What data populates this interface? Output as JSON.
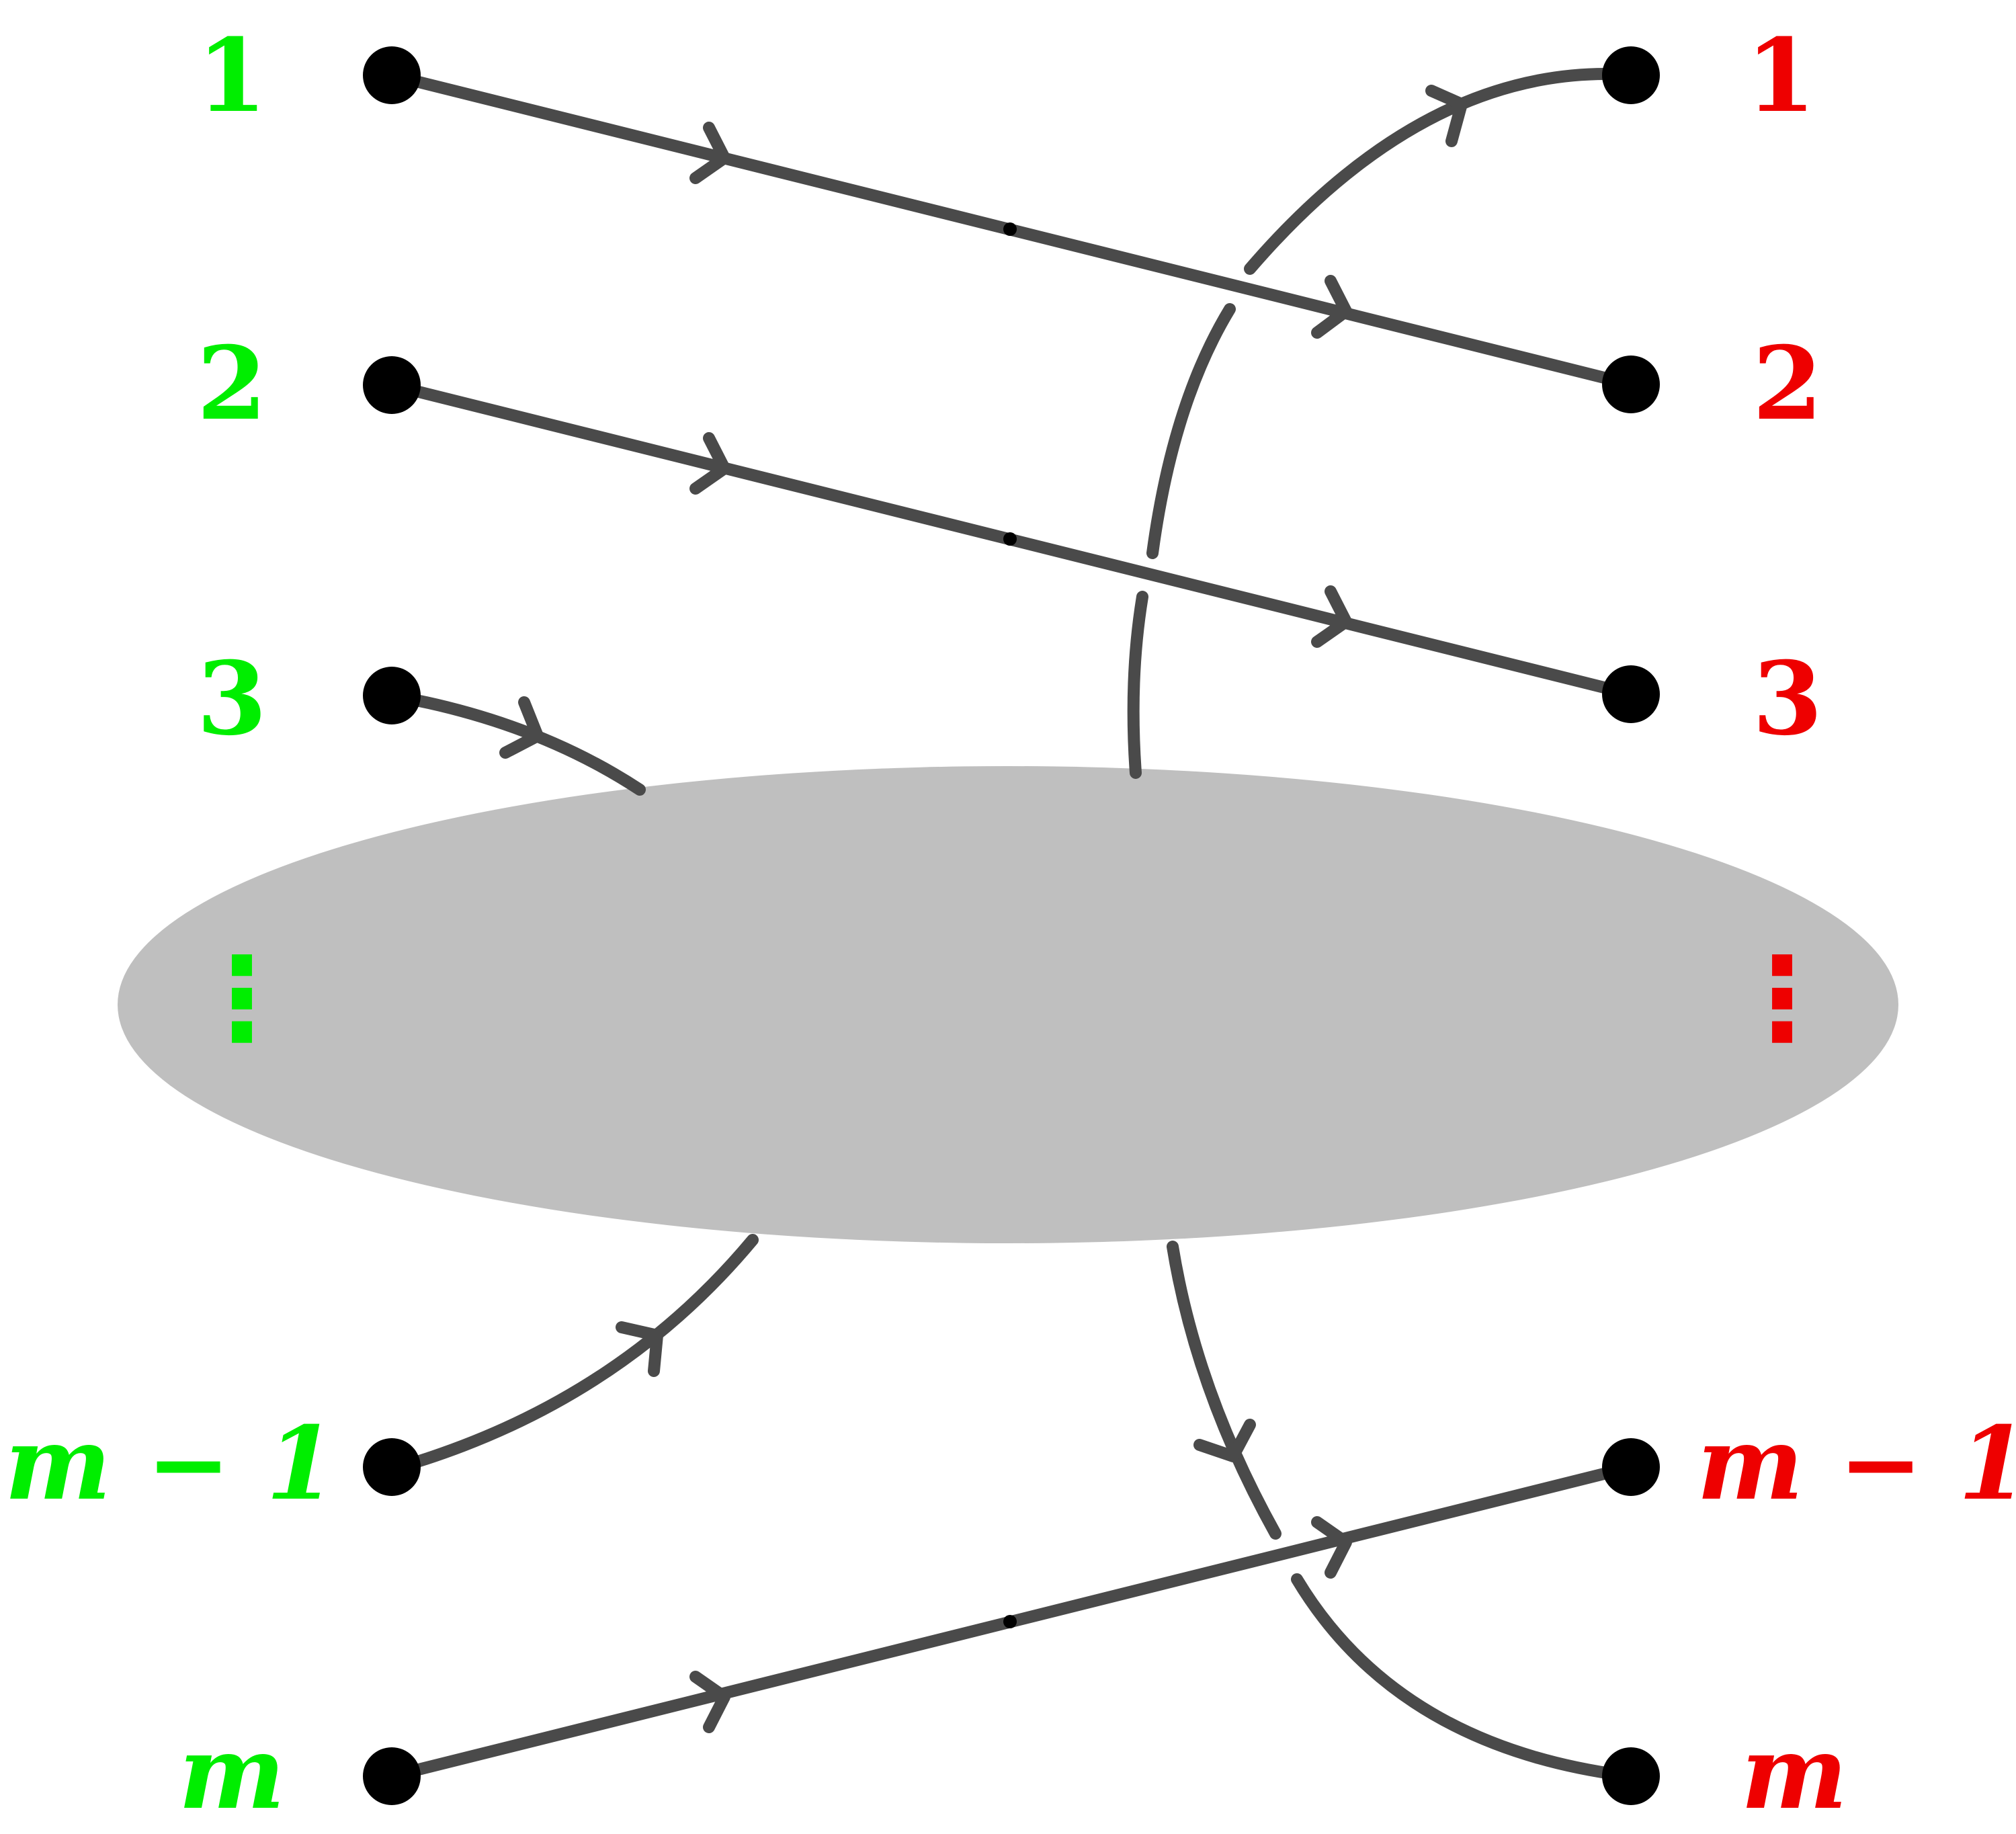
{
  "colors": {
    "left_labels": "#00ee00",
    "right_labels": "#ee0000",
    "edges": "#4a4a4a",
    "nodes": "#000000",
    "blob": "#bfbfbf"
  },
  "left_labels": {
    "row1": "1",
    "row2": "2",
    "row3": "3",
    "dots": "⋮",
    "row_m_minus_1": "m − 1",
    "row_m": "m"
  },
  "right_labels": {
    "row1": "1",
    "row2": "2",
    "row3": "3",
    "dots": "⋮",
    "row_m_minus_1": "m − 1",
    "row_m": "m"
  }
}
